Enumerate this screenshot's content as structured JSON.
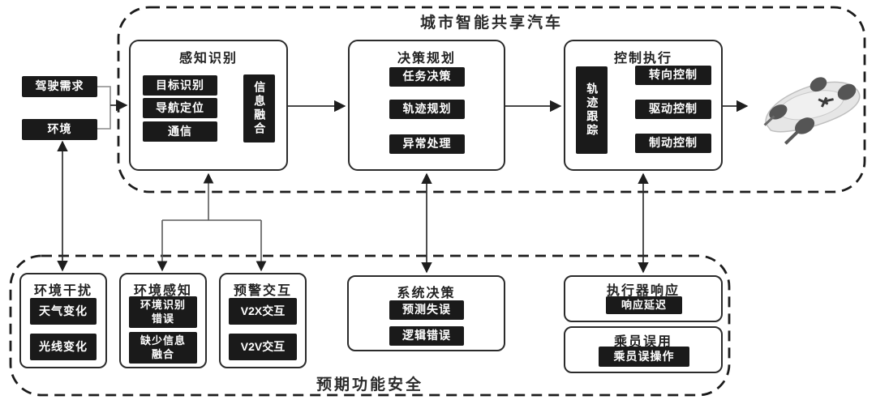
{
  "title_top": "城市智能共享汽车",
  "title_bottom": "预期功能安全",
  "inputs": {
    "demand": "驾驶需求",
    "environment": "环境"
  },
  "perception": {
    "title": "感知识别",
    "items": [
      "目标识别",
      "导航定位",
      "通信"
    ],
    "fusion": "信息融合"
  },
  "decision": {
    "title": "决策规划",
    "items": [
      "任务决策",
      "轨迹规划",
      "异常处理"
    ]
  },
  "control": {
    "title": "控制执行",
    "tracking": "轨迹跟踪",
    "items": [
      "转向控制",
      "驱动控制",
      "制动控制"
    ]
  },
  "hazards": {
    "env_disturbance": {
      "title": "环境干扰",
      "items": [
        "天气变化",
        "光线变化"
      ]
    },
    "env_perception": {
      "title": "环境感知",
      "items": [
        "环境识别错误",
        "缺少信息融合"
      ]
    },
    "warning_interaction": {
      "title": "预警交互",
      "items": [
        "V2X交互",
        "V2V交互"
      ]
    },
    "system_decision": {
      "title": "系统决策",
      "items": [
        "预测失误",
        "逻辑错误"
      ]
    },
    "actuator_response": {
      "title": "执行器响应",
      "items": [
        "响应延迟"
      ]
    },
    "occupant_misuse": {
      "title": "乘员误用",
      "items": [
        "乘员误操作"
      ]
    }
  },
  "icons": {
    "vehicle": "car-3d-render"
  },
  "colors": {
    "box_fill": "#1a1a1a",
    "box_text": "#ffffff",
    "line_dark": "#2e2e2e",
    "line_gray": "#6b6b6b",
    "dash_border": "#1c1c1c",
    "background": "#ffffff"
  }
}
